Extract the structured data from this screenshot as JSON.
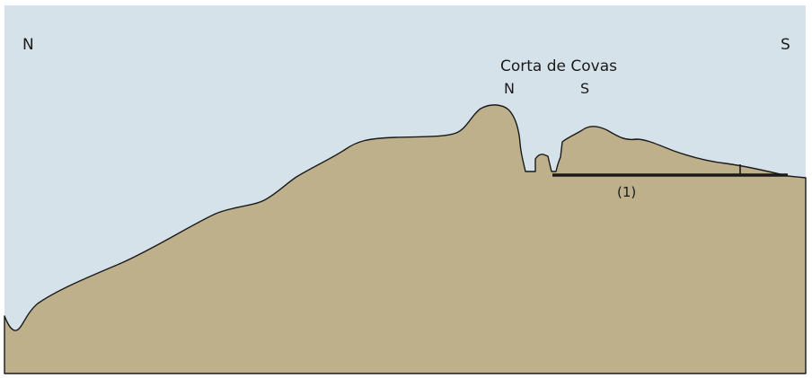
{
  "colors": {
    "sky": "#d6e2ea",
    "terrain": "#beb08b",
    "outline": "#1a1a1a",
    "page": "#ffffff"
  },
  "labels": {
    "left_direction": "N",
    "right_direction": "S",
    "site_name": "Corta de Covas",
    "site_north": "N",
    "site_south": "S",
    "gallery_marker": "(1)"
  }
}
